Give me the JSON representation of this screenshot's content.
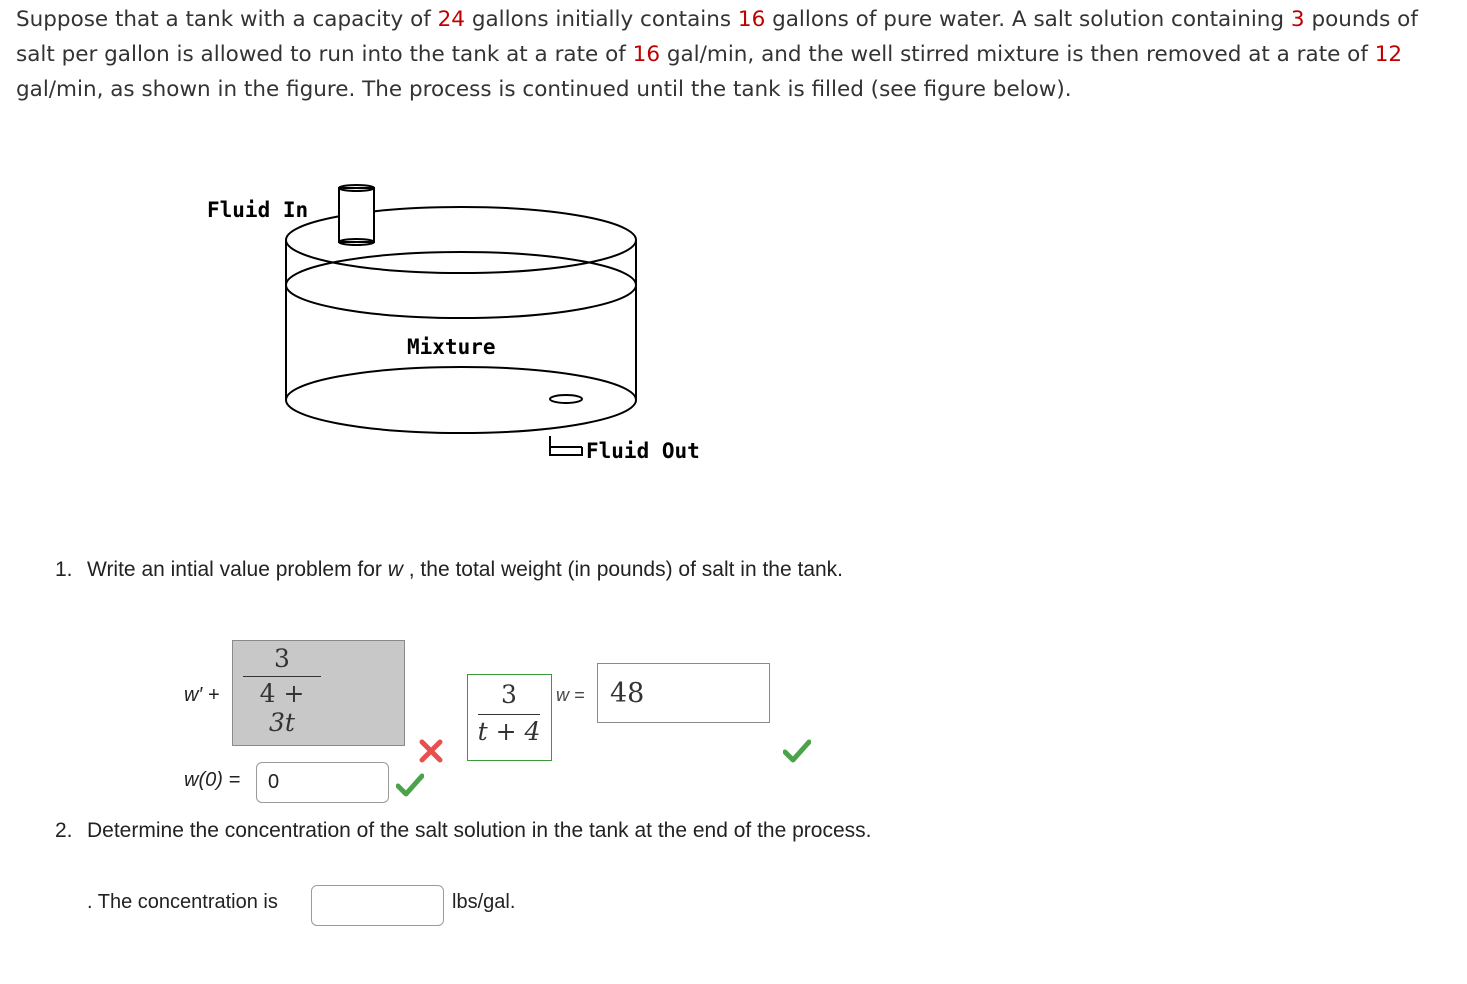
{
  "problem": {
    "s1": "Suppose that a tank with a capacity of ",
    "n1": "24",
    "s2": " gallons initially contains ",
    "n2": "16",
    "s3": " gallons of pure water. A salt solution containing ",
    "n3": "3",
    "s4": " pounds of salt per gallon is allowed to run into the tank at a rate of ",
    "n4": "16",
    "s5": " gal/min, and the well stirred mixture is then removed at a rate of ",
    "n5": "12",
    "s6": " gal/min, as shown in the figure. The process is continued until the tank is filled (see figure below)."
  },
  "figure": {
    "fluid_in": "Fluid In",
    "mixture": "Mixture",
    "fluid_out": "Fluid Out"
  },
  "q1": {
    "number": "1.",
    "text_a": "Write an intial value problem for ",
    "var": "w",
    "text_b": " , the total weight (in pounds) of salt in the tank.",
    "lhs": "w′ +",
    "answer1": {
      "num": "3",
      "den_line1": "4 +",
      "den_line2": "3t",
      "status": "incorrect"
    },
    "preview": {
      "num": "3",
      "den": "t + 4"
    },
    "w_eq_label": "w =",
    "answer2": {
      "value": "48",
      "status": "correct"
    },
    "initial_label": "w(0) =",
    "initial_value": "0",
    "initial_status": "correct"
  },
  "q2": {
    "number": "2.",
    "text": "Determine the concentration of the salt solution in the tank at the end of the process.",
    "prefix": ". The concentration is",
    "value": "",
    "unit": "lbs/gal."
  },
  "colors": {
    "highlight_number": "#c00000",
    "correct": "#4aa34a",
    "incorrect": "#e85050",
    "preview_border": "#3a9a3a",
    "incorrect_box_bg": "#c8c8c8"
  },
  "icons": [
    "check-icon",
    "cross-icon"
  ]
}
